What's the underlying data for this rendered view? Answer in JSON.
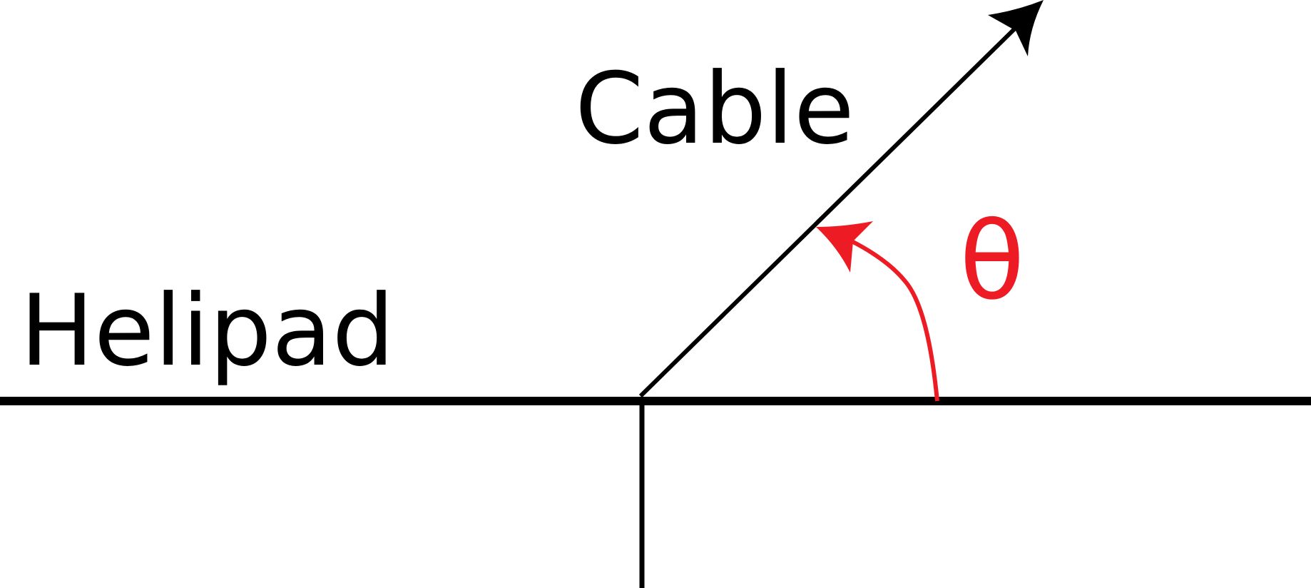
{
  "labels": {
    "cable": "Cable",
    "helipad": "Helipad",
    "angle": "θ"
  },
  "colors": {
    "lines": "#000000",
    "angle": "#ed1c24",
    "background": "#ffffff"
  }
}
